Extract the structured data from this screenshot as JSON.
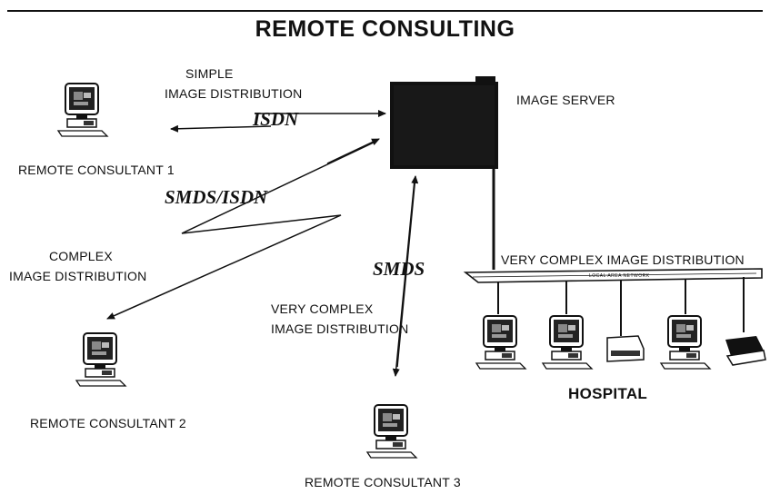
{
  "title": "REMOTE CONSULTING",
  "nodes": {
    "image_server": "IMAGE SERVER",
    "consultant_1": "REMOTE CONSULTANT 1",
    "consultant_2": "REMOTE CONSULTANT 2",
    "consultant_3": "REMOTE CONSULTANT 3",
    "hospital": "HOSPITAL"
  },
  "links": {
    "simple": {
      "line1": "SIMPLE",
      "line2": "IMAGE DISTRIBUTION",
      "network": "ISDN"
    },
    "complex": {
      "line1": "COMPLEX",
      "line2": "IMAGE DISTRIBUTION",
      "network": "SMDS/ISDN"
    },
    "very_complex_remote": {
      "line1": "VERY COMPLEX",
      "line2": "IMAGE DISTRIBUTION",
      "network": "SMDS"
    },
    "very_complex_hospital": "VERY COMPLEX IMAGE DISTRIBUTION",
    "lan": "LOCAL AREA NETWORK"
  }
}
